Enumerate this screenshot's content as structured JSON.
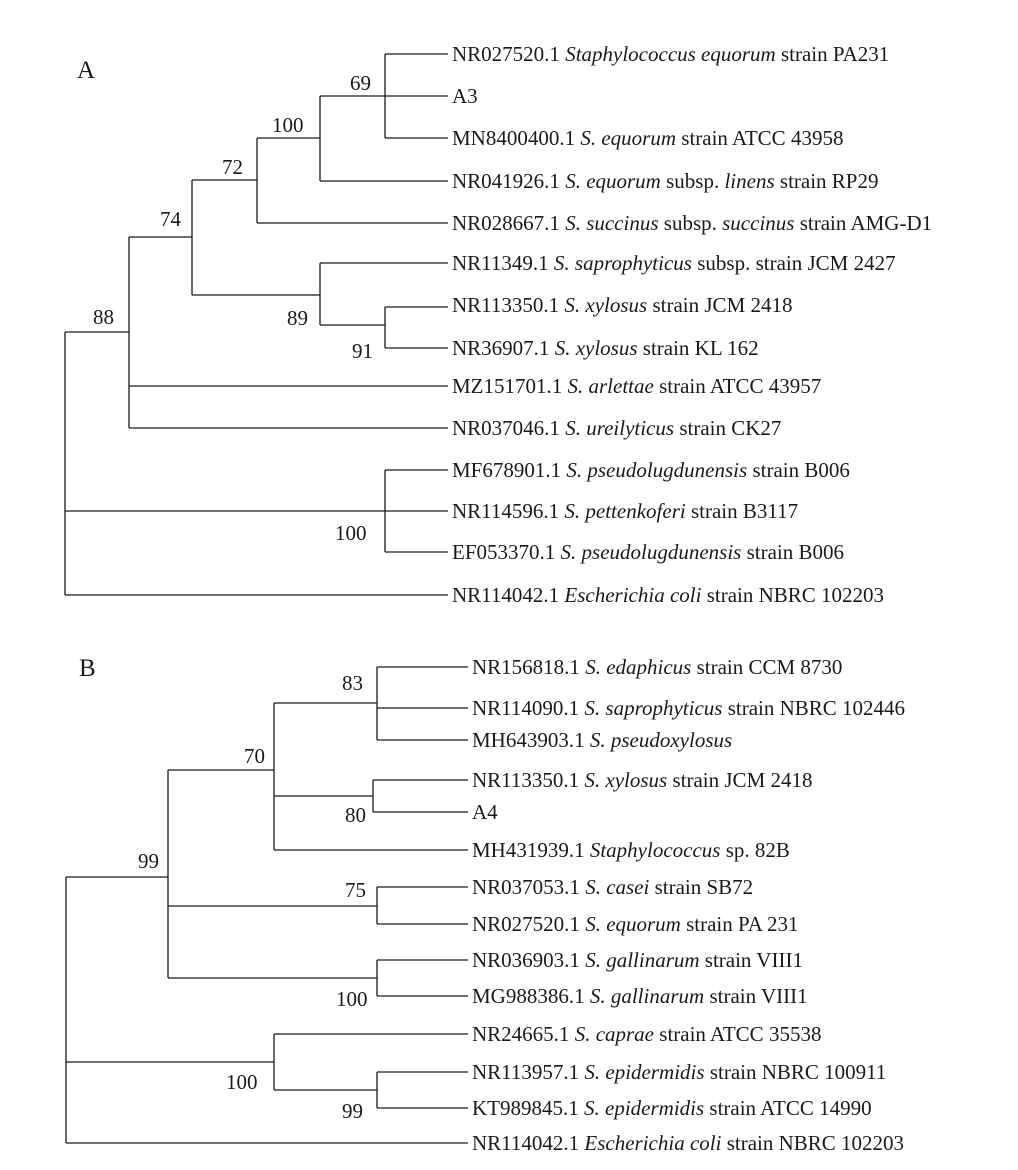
{
  "figure": {
    "panels": [
      {
        "label": "A",
        "taxa": [
          [
            {
              "t": "NR027520.1 "
            },
            {
              "t": "Staphylococcus equorum",
              "i": true
            },
            {
              "t": " strain PA231"
            }
          ],
          [
            {
              "t": "A3"
            }
          ],
          [
            {
              "t": "MN8400400.1 "
            },
            {
              "t": "S. equorum",
              "i": true
            },
            {
              "t": " strain ATCC 43958"
            }
          ],
          [
            {
              "t": "NR041926.1 "
            },
            {
              "t": "S. equorum",
              "i": true
            },
            {
              "t": " subsp. "
            },
            {
              "t": "linens",
              "i": true
            },
            {
              "t": " strain RP29"
            }
          ],
          [
            {
              "t": "NR028667.1 "
            },
            {
              "t": "S. succinus",
              "i": true
            },
            {
              "t": " subsp. "
            },
            {
              "t": "succinus",
              "i": true
            },
            {
              "t": " strain AMG-D1"
            }
          ],
          [
            {
              "t": "NR11349.1 "
            },
            {
              "t": "S. saprophyticus",
              "i": true
            },
            {
              "t": " subsp. strain JCM 2427"
            }
          ],
          [
            {
              "t": "NR113350.1 "
            },
            {
              "t": "S. xylosus",
              "i": true
            },
            {
              "t": " strain JCM 2418"
            }
          ],
          [
            {
              "t": "NR36907.1 "
            },
            {
              "t": "S. xylosus",
              "i": true
            },
            {
              "t": " strain KL 162"
            }
          ],
          [
            {
              "t": "MZ151701.1 "
            },
            {
              "t": "S. arlettae",
              "i": true
            },
            {
              "t": " strain ATCC 43957"
            }
          ],
          [
            {
              "t": "NR037046.1 "
            },
            {
              "t": "S. ureilyticus",
              "i": true
            },
            {
              "t": " strain CK27"
            }
          ],
          [
            {
              "t": "MF678901.1 "
            },
            {
              "t": "S. pseudolugdunensis",
              "i": true
            },
            {
              "t": " strain B006"
            }
          ],
          [
            {
              "t": "NR114596.1 "
            },
            {
              "t": "S. pettenkoferi",
              "i": true
            },
            {
              "t": " strain B3117"
            }
          ],
          [
            {
              "t": "EF053370.1 "
            },
            {
              "t": "S. pseudolugdunensis",
              "i": true
            },
            {
              "t": " strain B006"
            }
          ],
          [
            {
              "t": "NR114042.1 "
            },
            {
              "t": "Escherichia coli",
              "i": true
            },
            {
              "t": " strain NBRC 102203"
            }
          ]
        ],
        "bootstrap": [
          "69",
          "100",
          "72",
          "74",
          "88",
          "89",
          "91",
          "100"
        ]
      },
      {
        "label": "B",
        "taxa": [
          [
            {
              "t": "NR156818.1 "
            },
            {
              "t": "S. edaphicus",
              "i": true
            },
            {
              "t": " strain CCM 8730"
            }
          ],
          [
            {
              "t": "NR114090.1 "
            },
            {
              "t": "S. saprophyticus",
              "i": true
            },
            {
              "t": " strain NBRC 102446"
            }
          ],
          [
            {
              "t": "MH643903.1 "
            },
            {
              "t": "S. pseudoxylosus",
              "i": true
            }
          ],
          [
            {
              "t": "NR113350.1 "
            },
            {
              "t": "S. xylosus",
              "i": true
            },
            {
              "t": " strain JCM 2418"
            }
          ],
          [
            {
              "t": "A4"
            }
          ],
          [
            {
              "t": "MH431939.1 "
            },
            {
              "t": "Staphylococcus",
              "i": true
            },
            {
              "t": " sp. 82B"
            }
          ],
          [
            {
              "t": "NR037053.1 "
            },
            {
              "t": "S. casei",
              "i": true
            },
            {
              "t": " strain SB72"
            }
          ],
          [
            {
              "t": "NR027520.1 "
            },
            {
              "t": "S. equorum",
              "i": true
            },
            {
              "t": " strain PA 231"
            }
          ],
          [
            {
              "t": "NR036903.1 "
            },
            {
              "t": "S. gallinarum",
              "i": true
            },
            {
              "t": " strain VIII1"
            }
          ],
          [
            {
              "t": "MG988386.1 "
            },
            {
              "t": "S. gallinarum",
              "i": true
            },
            {
              "t": " strain VIII1"
            }
          ],
          [
            {
              "t": "NR24665.1 "
            },
            {
              "t": "S. caprae",
              "i": true
            },
            {
              "t": " strain ATCC 35538"
            }
          ],
          [
            {
              "t": "NR113957.1 "
            },
            {
              "t": "S. epidermidis",
              "i": true
            },
            {
              "t": " strain NBRC 100911"
            }
          ],
          [
            {
              "t": "KT989845.1 "
            },
            {
              "t": "S. epidermidis",
              "i": true
            },
            {
              "t": " strain ATCC 14990"
            }
          ],
          [
            {
              "t": "NR114042.1 "
            },
            {
              "t": "Escherichia coli",
              "i": true
            },
            {
              "t": " strain NBRC 102203"
            }
          ]
        ],
        "bootstrap": [
          "83",
          "70",
          "80",
          "99",
          "75",
          "100",
          "100",
          "99"
        ]
      }
    ]
  }
}
